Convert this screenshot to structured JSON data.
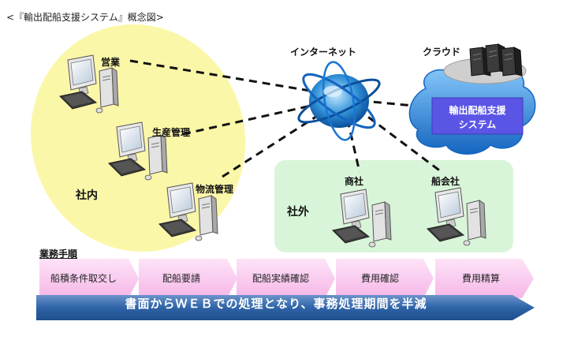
{
  "caption": "<『輸出配船支援システム』概念図>",
  "internet_label": "インターネット",
  "cloud": {
    "label": "クラウド",
    "system_line1": "輸出配船支援",
    "system_line2": "システム"
  },
  "internal": {
    "label": "社内",
    "nodes": [
      "営業",
      "生産管理",
      "物流管理"
    ]
  },
  "external": {
    "label": "社外",
    "nodes": [
      "商社",
      "船会社"
    ]
  },
  "workflow": {
    "title": "業務手順",
    "steps": [
      "船積条件取交し",
      "配船要請",
      "配船実績確認",
      "費用確認",
      "費用精算"
    ]
  },
  "banner": "書面からＷＥＢでの処理となり、事務処理期間を半減",
  "colors": {
    "internal_area": "#fbf7a8",
    "external_area": "#d9f5d9",
    "cloud": "#1e88e5",
    "system_box": "#5b55e6",
    "arrow_steps": "#f9c9ef",
    "banner": "#2f64a8"
  }
}
